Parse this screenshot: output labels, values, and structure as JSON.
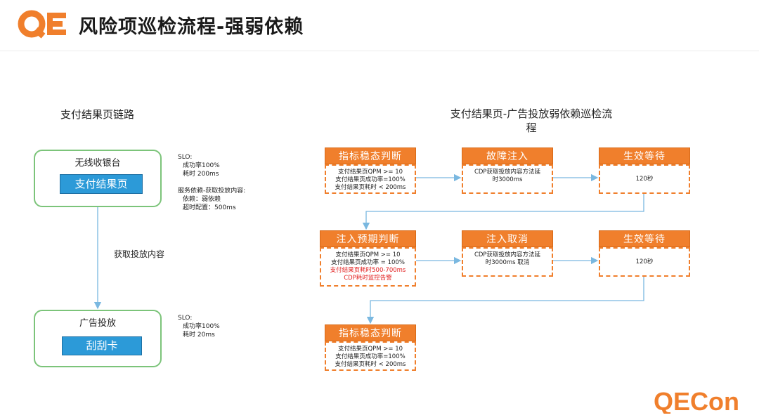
{
  "header": {
    "title": "风险项巡检流程-强弱依赖"
  },
  "logos": {
    "qe": "QE",
    "qecon": "QECon"
  },
  "left": {
    "title": "支付结果页链路",
    "cashier": {
      "label": "无线收银台",
      "page": "支付结果页"
    },
    "link_label": "获取投放内容",
    "ad": {
      "label": "广告投放",
      "card": "刮刮卡"
    },
    "slo_top": [
      "SLO:",
      "成功率100%",
      "耗时 200ms"
    ],
    "dependency": [
      "服务依赖-获取投放内容:",
      "依赖：弱依赖",
      "超时配置：500ms"
    ],
    "slo_bottom": [
      "SLO:",
      "成功率100%",
      "耗时 20ms"
    ]
  },
  "right": {
    "title_line1": "支付结果页-广告投放弱依赖巡检流",
    "title_line2": "程",
    "steps": [
      {
        "title": "指标稳态判断",
        "lines": [
          "支付结果页QPM >= 10",
          "支付结果页成功率=100%",
          "支付结果页耗时 < 200ms"
        ]
      },
      {
        "title": "故障注入",
        "lines": [
          "CDP获取投放内容方法延",
          "时3000ms"
        ]
      },
      {
        "title": "生效等待",
        "lines": [
          "120秒"
        ]
      },
      {
        "title": "注入预期判断",
        "lines": [
          "支付结果页QPM >= 10",
          "支付结果页成功率 = 100%"
        ],
        "red_lines": [
          "支付结果页耗时500-700ms",
          "CDP耗时监控告警"
        ]
      },
      {
        "title": "注入取消",
        "lines": [
          "CDP获取投放内容方法延",
          "时3000ms 取消"
        ]
      },
      {
        "title": "生效等待",
        "lines": [
          "120秒"
        ]
      },
      {
        "title": "指标稳态判断",
        "lines": [
          "支付结果页QPM >= 10",
          "支付结果页成功率=100%",
          "支付结果页耗时 < 200ms"
        ]
      }
    ]
  },
  "colors": {
    "accent_orange": "#f07f2c",
    "node_green": "#7cc47a",
    "button_blue": "#2c9ad8",
    "alert_red": "#e21c1c",
    "connector_blue": "#7ab8e0"
  }
}
